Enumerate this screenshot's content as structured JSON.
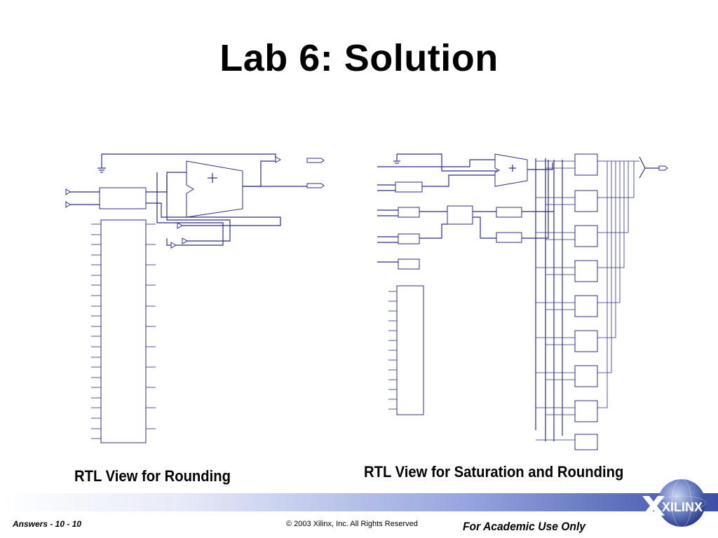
{
  "title": "Lab 6: Solution",
  "captions": {
    "left": "RTL View for Rounding",
    "right": "RTL View for Saturation and Rounding"
  },
  "footer": {
    "left": "Answers  -  10 - 10",
    "center": "© 2003 Xilinx, Inc. All Rights Reserved",
    "right": "For Academic Use Only"
  },
  "logo": {
    "text": "XILINX"
  },
  "colors": {
    "wire": "#2b2f86",
    "label": "#b01818",
    "footer_bar_end": "#3d4fa6"
  }
}
